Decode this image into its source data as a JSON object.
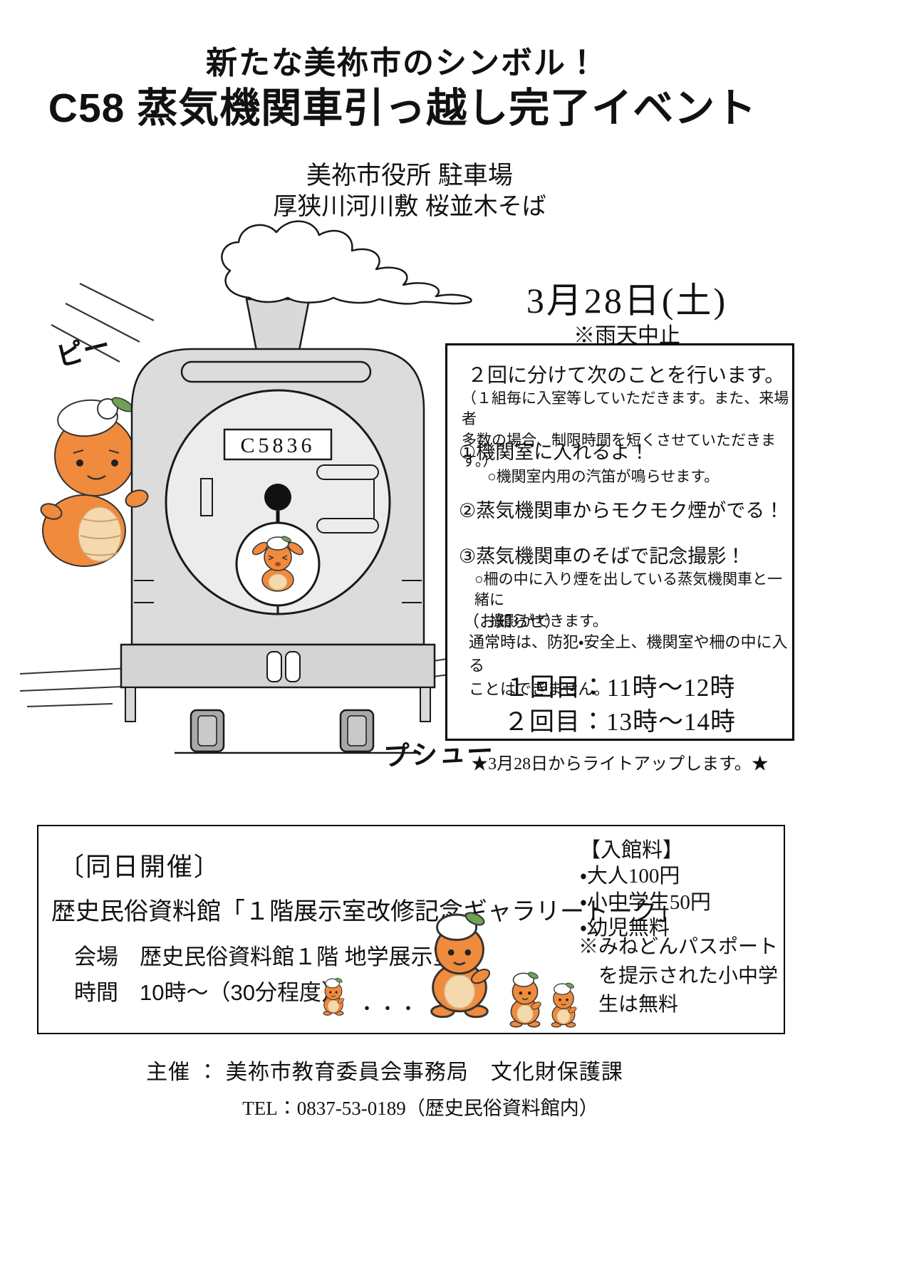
{
  "header": {
    "tagline": "新たな美祢市のシンボル！",
    "title": "C58 蒸気機関車引っ越し完了イベント",
    "venue1": "美祢市役所 駐車場",
    "venue2": "厚狭川河川敷 桜並木そば"
  },
  "date": {
    "main": "3月28日(土)",
    "note": "※雨天中止"
  },
  "sfx": {
    "whistle": "ピー",
    "steam": "プシュー"
  },
  "train": {
    "plate": "C5836"
  },
  "box": {
    "intro": "２回に分けて次のことを行います。",
    "intro_note": "（１組毎に入室等していただきます。また、来場者\n多数の場合、制限時間を短くさせていただきます。）",
    "items": [
      {
        "title": "①機関室に入れるよ！",
        "note": "○機関室内用の汽笛が鳴らせます。"
      },
      {
        "title": "②蒸気機関車からモクモク煙がでる！",
        "note": ""
      },
      {
        "title": "③蒸気機関車のそばで記念撮影！",
        "note": "○柵の中に入り煙を出している蒸気機関車と一緒に\n　撮影ができます。"
      }
    ],
    "notice_label": "（お知らせ）",
    "notice_text": "通常時は、防犯・安全上、機関室や柵の中に入る\nことはできません。",
    "round1": "１回目：11時〜12時",
    "round2": "２回目：13時〜14時"
  },
  "lightup": "★3月28日からライトアップします。★",
  "sameday": {
    "heading": "〔同日開催〕",
    "title": "歴史民俗資料館「１階展示室改修記念ギャラリートーク」",
    "venue_label": "会場",
    "venue_value": "歴史民俗資料館１階 地学展示室",
    "time_label": "時間",
    "time_value": "10時〜（30分程度）",
    "fees_heading": "【入館料】",
    "fees": [
      "・大人100円",
      "・小中学生50円",
      "・幼児無料"
    ],
    "fees_note": "※みねどんパスポート\n　を提示された小中学\n　生は無料",
    "dots": "・・・"
  },
  "footer": {
    "organizer": "主催 ： 美祢市教育委員会事務局　文化財保護課",
    "tel": "TEL：0837-53-0189（歴史民俗資料館内）"
  }
}
